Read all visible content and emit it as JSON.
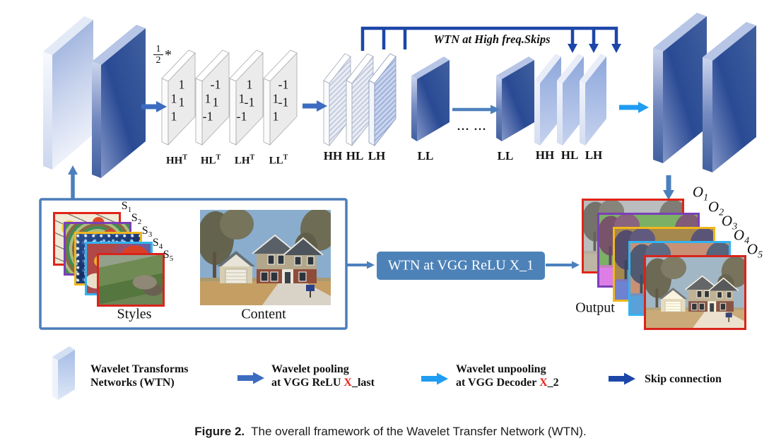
{
  "figure": {
    "caption_prefix": "Figure 2.",
    "caption_text": "The overall framework of the Wavelet Transfer Network (WTN)."
  },
  "filters": {
    "coef_num": "1",
    "coef_den": "2",
    "coef_star": "*",
    "plates": [
      {
        "base": "HH",
        "sup": "T",
        "tr": "1",
        "ml": "1",
        "mr": "1",
        "bl": "1"
      },
      {
        "base": "HL",
        "sup": "T",
        "tr": "-1",
        "ml": "1",
        "mr": "1",
        "bl": "-1"
      },
      {
        "base": "LH",
        "sup": "T",
        "tr": "1",
        "ml": "1",
        "mr": "-1",
        "bl": "-1"
      },
      {
        "base": "LL",
        "sup": "T",
        "tr": "-1",
        "ml": "1",
        "mr": "-1",
        "bl": "1"
      }
    ]
  },
  "bands": {
    "encoder": [
      "HH",
      "HL",
      "LH"
    ],
    "ll_first": "LL",
    "dots": "...  ...",
    "ll_second": "LL",
    "decoder": [
      "HH",
      "HL",
      "LH"
    ]
  },
  "skip_label": "WTN at High freq.Skips",
  "input_panel": {
    "styles_label": "Styles",
    "content_label": "Content",
    "style_tags": [
      {
        "base": "S",
        "sub": "1"
      },
      {
        "base": "S",
        "sub": "2"
      },
      {
        "base": "S",
        "sub": "3"
      },
      {
        "base": "S",
        "sub": "4"
      },
      {
        "base": "S",
        "sub": "5"
      }
    ]
  },
  "transfer_box_label": "WTN at VGG ReLU X_1",
  "output_panel": {
    "label": "Output",
    "tags": [
      {
        "base": "O",
        "sub": "1"
      },
      {
        "base": "O",
        "sub": "2"
      },
      {
        "base": "O",
        "sub": "3"
      },
      {
        "base": "O",
        "sub": "4"
      },
      {
        "base": "O",
        "sub": "5"
      }
    ]
  },
  "legend": [
    {
      "lines": [
        "Wavelet Transforms",
        "Networks (WTN)"
      ]
    },
    {
      "lines": [
        "Wavelet pooling"
      ],
      "line2_pre": "at VGG ReLU ",
      "highlight": "X",
      "line2_post": "_last"
    },
    {
      "lines": [
        "Wavelet unpooling"
      ],
      "line2_pre": "at VGG Decoder ",
      "highlight": "X",
      "line2_post": "_2"
    },
    {
      "lines": [
        "Skip connection"
      ]
    }
  ],
  "colors": {
    "navy": "#1c46a8",
    "steel": "#4c80bd",
    "medium_blue": "#3c6cc0",
    "bright_blue": "#1e9df2",
    "box_border": "#4a7ebb",
    "transfer_box_fill": "#4d82b8",
    "highlight_red": "#e8231d",
    "frame_colors": [
      "#e02417",
      "#7b3fb8",
      "#f0b71c",
      "#31b4f2",
      "#d8241c"
    ]
  }
}
